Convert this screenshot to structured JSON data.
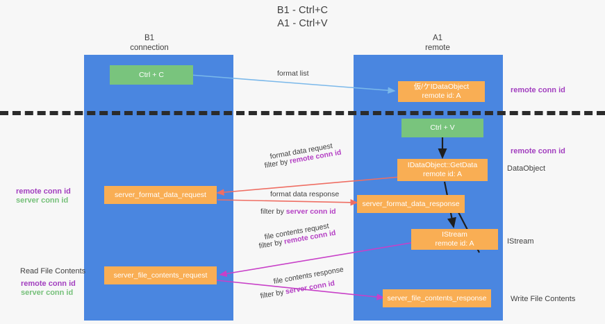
{
  "title": {
    "line1": "B1 - Ctrl+C",
    "line2": "A1 - Ctrl+V"
  },
  "columns": [
    {
      "name": "B1",
      "role": "connection"
    },
    {
      "name": "A1",
      "role": "remote"
    }
  ],
  "nodes": {
    "ctrl_c": {
      "label": "Ctrl + C"
    },
    "data_object_top": {
      "line1": "仮/ケIDataObject",
      "line2": "remote id: A"
    },
    "ctrl_v": {
      "label": "Ctrl + V"
    },
    "get_data": {
      "line1": "IDataObject::GetData",
      "line2": "remote id: A"
    },
    "server_format_data_request": {
      "label": "server_format_data_request"
    },
    "server_format_data_response": {
      "label": "server_format_data_response"
    },
    "istream": {
      "line1": "IStream",
      "line2": "remote id: A"
    },
    "server_file_contents_request": {
      "label": "server_file_contents_request"
    },
    "server_file_contents_response": {
      "label": "server_file_contents_response"
    }
  },
  "edge_captions": {
    "format_list": "format list",
    "format_data_request": "format data request",
    "format_data_request_filter_prefix": "filter by ",
    "format_data_request_filter_key": "remote conn id",
    "format_data_response": "format data response",
    "format_data_response_filter_prefix": "filter by ",
    "format_data_response_filter_key": "server conn id",
    "file_contents_request": "file contents request",
    "file_contents_request_filter_prefix": "filter by ",
    "file_contents_request_filter_key": "remote conn id",
    "file_contents_response": "file contents response",
    "file_contents_response_filter_prefix": "filter by ",
    "file_contents_response_filter_key": "server conn id"
  },
  "right_labels": {
    "remote_conn_id_top": "remote conn id",
    "remote_conn_id_mid": "remote conn id",
    "data_object": "DataObject",
    "istream": "IStream",
    "write_file_contents": "Write File Contents"
  },
  "left_labels": {
    "remote_conn_id_mid": "remote conn id",
    "server_conn_id_mid": "server conn id",
    "read_file_contents": "Read File Contents",
    "remote_conn_id_bottom": "remote conn id",
    "server_conn_id_bottom": "server conn id"
  },
  "colors": {
    "lane": "#4a86e0",
    "green_node": "#79c47d",
    "orange_node": "#f9ae54",
    "purple_text": "#a23fbf",
    "green_text": "#76c07a",
    "divider": "#2b2b2b",
    "edge_blue": "#7ab8ea",
    "edge_red": "#ef6e63",
    "edge_magenta": "#c840c8",
    "edge_dark": "#1f1f1f"
  }
}
